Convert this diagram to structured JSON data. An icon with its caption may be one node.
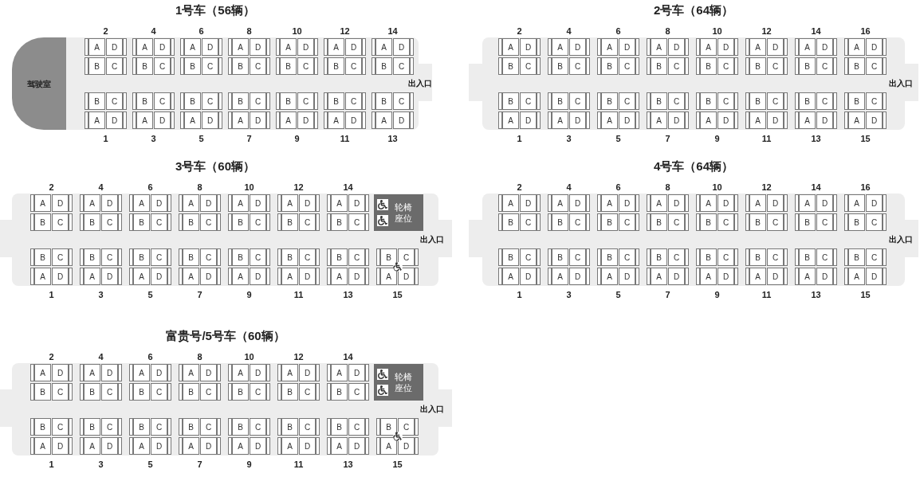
{
  "diagram": {
    "nodes": [
      {
        "text": [
          "1号车（56辆）"
        ]
      },
      {
        "text": [
          "驾驶室"
        ],
        "in": 0
      },
      {
        "text": [
          "A"
        ],
        "in": 0
      },
      {
        "text": [
          "D"
        ],
        "in": 0
      },
      {
        "text": [
          "A"
        ],
        "in": 0
      },
      {
        "text": [
          "D"
        ],
        "in": 0
      },
      {
        "text": [
          "A"
        ],
        "in": 0
      },
      {
        "text": [
          "D"
        ],
        "in": 0
      },
      {
        "text": [
          "A"
        ],
        "in": 0
      },
      {
        "text": [
          "D"
        ],
        "in": 0
      },
      {
        "text": [
          "A"
        ],
        "in": 0
      },
      {
        "text": [
          "D"
        ],
        "in": 0
      },
      {
        "text": [
          "A"
        ],
        "in": 0
      },
      {
        "text": [
          "D"
        ],
        "in": 0
      },
      {
        "text": [
          "A"
        ],
        "in": 0
      },
      {
        "text": [
          "D"
        ],
        "in": 0
      },
      {
        "text": [
          "B"
        ],
        "in": 0
      },
      {
        "text": [
          "C"
        ],
        "in": 0
      },
      {
        "text": [
          "B"
        ],
        "in": 0
      },
      {
        "text": [
          "C"
        ],
        "in": 0
      },
      {
        "text": [
          "B"
        ],
        "in": 0
      },
      {
        "text": [
          "C"
        ],
        "in": 0
      },
      {
        "text": [
          "B"
        ],
        "in": 0
      },
      {
        "text": [
          "C"
        ],
        "in": 0
      },
      {
        "text": [
          "B"
        ],
        "in": 0
      },
      {
        "text": [
          "C"
        ],
        "in": 0
      },
      {
        "text": [
          "B"
        ],
        "in": 0
      },
      {
        "text": [
          "C"
        ],
        "in": 0
      },
      {
        "text": [
          "B"
        ],
        "in": 0
      },
      {
        "text": [
          "C"
        ],
        "in": 0
      },
      {
        "text": [
          "B"
        ],
        "in": 0
      },
      {
        "text": [
          "C"
        ],
        "in": 0
      },
      {
        "text": [
          "B"
        ],
        "in": 0
      },
      {
        "text": [
          "C"
        ],
        "in": 0
      },
      {
        "text": [
          "B"
        ],
        "in": 0
      },
      {
        "text": [
          "C"
        ],
        "in": 0
      },
      {
        "text": [
          "B"
        ],
        "in": 0
      },
      {
        "text": [
          "C"
        ],
        "in": 0
      },
      {
        "text": [
          "B"
        ],
        "in": 0
      },
      {
        "text": [
          "C"
        ],
        "in": 0
      },
      {
        "text": [
          "B"
        ],
        "in": 0
      },
      {
        "text": [
          "C"
        ],
        "in": 0
      },
      {
        "text": [
          "B"
        ],
        "in": 0
      },
      {
        "text": [
          "C"
        ],
        "in": 0
      },
      {
        "text": [
          "A"
        ],
        "in": 0
      },
      {
        "text": [
          "D"
        ],
        "in": 0
      },
      {
        "text": [
          "A"
        ],
        "in": 0
      },
      {
        "text": [
          "D"
        ],
        "in": 0
      },
      {
        "text": [
          "A"
        ],
        "in": 0
      },
      {
        "text": [
          "D"
        ],
        "in": 0
      },
      {
        "text": [
          "A"
        ],
        "in": 0
      },
      {
        "text": [
          "D"
        ],
        "in": 0
      },
      {
        "text": [
          "A"
        ],
        "in": 0
      },
      {
        "text": [
          "D"
        ],
        "in": 0
      },
      {
        "text": [
          "A"
        ],
        "in": 0
      },
      {
        "text": [
          "D"
        ],
        "in": 0
      },
      {
        "text": [
          "A"
        ],
        "in": 0
      },
      {
        "text": [
          "D"
        ],
        "in": 0
      },
      {
        "text": [
          "2号车（64辆）"
        ]
      },
      {
        "text": [
          "A"
        ],
        "in": 58
      },
      {
        "text": [
          "D"
        ],
        "in": 58
      },
      {
        "text": [
          "A"
        ],
        "in": 58
      },
      {
        "text": [
          "D"
        ],
        "in": 58
      },
      {
        "text": [
          "A"
        ],
        "in": 58
      },
      {
        "text": [
          "D"
        ],
        "in": 58
      },
      {
        "text": [
          "A"
        ],
        "in": 58
      },
      {
        "text": [
          "D"
        ],
        "in": 58
      },
      {
        "text": [
          "A"
        ],
        "in": 58
      },
      {
        "text": [
          "D"
        ],
        "in": 58
      },
      {
        "text": [
          "A"
        ],
        "in": 58
      },
      {
        "text": [
          "D"
        ],
        "in": 58
      },
      {
        "text": [
          "A"
        ],
        "in": 58
      },
      {
        "text": [
          "D"
        ],
        "in": 58
      },
      {
        "text": [
          "A"
        ],
        "in": 58
      },
      {
        "text": [
          "D"
        ],
        "in": 58
      },
      {
        "text": [
          "B"
        ],
        "in": 58
      },
      {
        "text": [
          "C"
        ],
        "in": 58
      },
      {
        "text": [
          "B"
        ],
        "in": 58
      },
      {
        "text": [
          "C"
        ],
        "in": 58
      },
      {
        "text": [
          "B"
        ],
        "in": 58
      },
      {
        "text": [
          "C"
        ],
        "in": 58
      },
      {
        "text": [
          "B"
        ],
        "in": 58
      },
      {
        "text": [
          "C"
        ],
        "in": 58
      },
      {
        "text": [
          "B"
        ],
        "in": 58
      },
      {
        "text": [
          "C"
        ],
        "in": 58
      },
      {
        "text": [
          "B"
        ],
        "in": 58
      },
      {
        "text": [
          "C"
        ],
        "in": 58
      },
      {
        "text": [
          "B"
        ],
        "in": 58
      },
      {
        "text": [
          "C"
        ],
        "in": 58
      },
      {
        "text": [
          "B"
        ],
        "in": 58
      },
      {
        "text": [
          "C"
        ],
        "in": 58
      },
      {
        "text": [
          "B"
        ],
        "in": 58
      },
      {
        "text": [
          "C"
        ],
        "in": 58
      },
      {
        "text": [
          "B"
        ],
        "in": 58
      },
      {
        "text": [
          "C"
        ],
        "in": 58
      },
      {
        "text": [
          "B"
        ],
        "in": 58
      },
      {
        "text": [
          "C"
        ],
        "in": 58
      },
      {
        "text": [
          "B"
        ],
        "in": 58
      },
      {
        "text": [
          "C"
        ],
        "in": 58
      },
      {
        "text": [
          "B"
        ],
        "in": 58
      },
      {
        "text": [
          "C"
        ],
        "in": 58
      },
      {
        "text": [
          "B"
        ],
        "in": 58
      },
      {
        "text": [
          "C"
        ],
        "in": 58
      },
      {
        "text": [
          "B"
        ],
        "in": 58
      },
      {
        "text": [
          "C"
        ],
        "in": 58
      },
      {
        "text": [
          "B"
        ],
        "in": 58
      },
      {
        "text": [
          "C"
        ],
        "in": 58
      },
      {
        "text": [
          "A"
        ],
        "in": 58
      },
      {
        "text": [
          "D"
        ],
        "in": 58
      },
      {
        "text": [
          "A"
        ],
        "in": 58
      },
      {
        "text": [
          "D"
        ],
        "in": 58
      },
      {
        "text": [
          "A"
        ],
        "in": 58
      },
      {
        "text": [
          "D"
        ],
        "in": 58
      },
      {
        "text": [
          "A"
        ],
        "in": 58
      },
      {
        "text": [
          "D"
        ],
        "in": 58
      },
      {
        "text": [
          "A"
        ],
        "in": 58
      },
      {
        "text": [
          "D"
        ],
        "in": 58
      },
      {
        "text": [
          "A"
        ],
        "in": 58
      },
      {
        "text": [
          "D"
        ],
        "in": 58
      },
      {
        "text": [
          "A"
        ],
        "in": 58
      },
      {
        "text": [
          "D"
        ],
        "in": 58
      },
      {
        "text": [
          "A"
        ],
        "in": 58
      },
      {
        "text": [
          "D"
        ],
        "in": 58
      },
      {
        "text": [
          "3号车（60辆）"
        ]
      },
      {
        "text": [
          "A"
        ],
        "in": 123
      },
      {
        "text": [
          "D"
        ],
        "in": 123
      },
      {
        "text": [
          "A"
        ],
        "in": 123
      },
      {
        "text": [
          "D"
        ],
        "in": 123
      },
      {
        "text": [
          "A"
        ],
        "in": 123
      },
      {
        "text": [
          "D"
        ],
        "in": 123
      },
      {
        "text": [
          "A"
        ],
        "in": 123
      },
      {
        "text": [
          "D"
        ],
        "in": 123
      },
      {
        "text": [
          "A"
        ],
        "in": 123
      },
      {
        "text": [
          "D"
        ],
        "in": 123
      },
      {
        "text": [
          "A"
        ],
        "in": 123
      },
      {
        "text": [
          "D"
        ],
        "in": 123
      },
      {
        "text": [
          "A"
        ],
        "in": 123
      },
      {
        "text": [
          "D"
        ],
        "in": 123
      },
      {
        "text": [
          "B"
        ],
        "in": 123
      },
      {
        "text": [
          "C"
        ],
        "in": 123
      },
      {
        "text": [
          "B"
        ],
        "in": 123
      },
      {
        "text": [
          "C"
        ],
        "in": 123
      },
      {
        "text": [
          "B"
        ],
        "in": 123
      },
      {
        "text": [
          "C"
        ],
        "in": 123
      },
      {
        "text": [
          "B"
        ],
        "in": 123
      },
      {
        "text": [
          "C"
        ],
        "in": 123
      },
      {
        "text": [
          "B"
        ],
        "in": 123
      },
      {
        "text": [
          "C"
        ],
        "in": 123
      },
      {
        "text": [
          "B"
        ],
        "in": 123
      },
      {
        "text": [
          "C"
        ],
        "in": 123
      },
      {
        "text": [
          "B"
        ],
        "in": 123
      },
      {
        "text": [
          "C"
        ],
        "in": 123
      },
      {
        "text": [
          "轮椅座位"
        ],
        "in": 123
      },
      {
        "text": [
          "B"
        ],
        "in": 123
      },
      {
        "text": [
          "C"
        ],
        "in": 123
      },
      {
        "text": [
          "B"
        ],
        "in": 123
      },
      {
        "text": [
          "C"
        ],
        "in": 123
      },
      {
        "text": [
          "B"
        ],
        "in": 123
      },
      {
        "text": [
          "C"
        ],
        "in": 123
      },
      {
        "text": [
          "B"
        ],
        "in": 123
      },
      {
        "text": [
          "C"
        ],
        "in": 123
      },
      {
        "text": [
          "B"
        ],
        "in": 123
      },
      {
        "text": [
          "C"
        ],
        "in": 123
      },
      {
        "text": [
          "B"
        ],
        "in": 123
      },
      {
        "text": [
          "C"
        ],
        "in": 123
      },
      {
        "text": [
          "B"
        ],
        "in": 123
      },
      {
        "text": [
          "C"
        ],
        "in": 123
      },
      {
        "text": [
          "B"
        ],
        "in": 123
      },
      {
        "text": [
          "C"
        ],
        "in": 123
      },
      {
        "text": [
          "A"
        ],
        "in": 123
      },
      {
        "text": [
          "D"
        ],
        "in": 123
      },
      {
        "text": [
          "A"
        ],
        "in": 123
      },
      {
        "text": [
          "D"
        ],
        "in": 123
      },
      {
        "text": [
          "A"
        ],
        "in": 123
      },
      {
        "text": [
          "D"
        ],
        "in": 123
      },
      {
        "text": [
          "A"
        ],
        "in": 123
      },
      {
        "text": [
          "D"
        ],
        "in": 123
      },
      {
        "text": [
          "A"
        ],
        "in": 123
      },
      {
        "text": [
          "D"
        ],
        "in": 123
      },
      {
        "text": [
          "A"
        ],
        "in": 123
      },
      {
        "text": [
          "D"
        ],
        "in": 123
      },
      {
        "text": [
          "A"
        ],
        "in": 123
      },
      {
        "text": [
          "D"
        ],
        "in": 123
      },
      {
        "text": [
          "A"
        ],
        "in": 123
      },
      {
        "text": [
          "D"
        ],
        "in": 123
      },
      {
        "text": [
          "4号车（64辆）"
        ]
      },
      {
        "text": [
          "A"
        ],
        "in": 185
      },
      {
        "text": [
          "D"
        ],
        "in": 185
      },
      {
        "text": [
          "A"
        ],
        "in": 185
      },
      {
        "text": [
          "D"
        ],
        "in": 185
      },
      {
        "text": [
          "A"
        ],
        "in": 185
      },
      {
        "text": [
          "D"
        ],
        "in": 185
      },
      {
        "text": [
          "A"
        ],
        "in": 185
      },
      {
        "text": [
          "D"
        ],
        "in": 185
      },
      {
        "text": [
          "A"
        ],
        "in": 185
      },
      {
        "text": [
          "D"
        ],
        "in": 185
      },
      {
        "text": [
          "A"
        ],
        "in": 185
      },
      {
        "text": [
          "D"
        ],
        "in": 185
      },
      {
        "text": [
          "A"
        ],
        "in": 185
      },
      {
        "text": [
          "D"
        ],
        "in": 185
      },
      {
        "text": [
          "A"
        ],
        "in": 185
      },
      {
        "text": [
          "D"
        ],
        "in": 185
      },
      {
        "text": [
          "B"
        ],
        "in": 185
      },
      {
        "text": [
          "C"
        ],
        "in": 185
      },
      {
        "text": [
          "B"
        ],
        "in": 185
      },
      {
        "text": [
          "C"
        ],
        "in": 185
      },
      {
        "text": [
          "B"
        ],
        "in": 185
      },
      {
        "text": [
          "C"
        ],
        "in": 185
      },
      {
        "text": [
          "B"
        ],
        "in": 185
      },
      {
        "text": [
          "C"
        ],
        "in": 185
      },
      {
        "text": [
          "B"
        ],
        "in": 185
      },
      {
        "text": [
          "C"
        ],
        "in": 185
      },
      {
        "text": [
          "B"
        ],
        "in": 185
      },
      {
        "text": [
          "C"
        ],
        "in": 185
      },
      {
        "text": [
          "B"
        ],
        "in": 185
      },
      {
        "text": [
          "C"
        ],
        "in": 185
      },
      {
        "text": [
          "B"
        ],
        "in": 185
      },
      {
        "text": [
          "C"
        ],
        "in": 185
      },
      {
        "text": [
          "B"
        ],
        "in": 185
      },
      {
        "text": [
          "C"
        ],
        "in": 185
      },
      {
        "text": [
          "B"
        ],
        "in": 185
      },
      {
        "text": [
          "C"
        ],
        "in": 185
      },
      {
        "text": [
          "B"
        ],
        "in": 185
      },
      {
        "text": [
          "C"
        ],
        "in": 185
      },
      {
        "text": [
          "B"
        ],
        "in": 185
      },
      {
        "text": [
          "C"
        ],
        "in": 185
      },
      {
        "text": [
          "B"
        ],
        "in": 185
      },
      {
        "text": [
          "C"
        ],
        "in": 185
      },
      {
        "text": [
          "B"
        ],
        "in": 185
      },
      {
        "text": [
          "C"
        ],
        "in": 185
      },
      {
        "text": [
          "B"
        ],
        "in": 185
      },
      {
        "text": [
          "C"
        ],
        "in": 185
      },
      {
        "text": [
          "B"
        ],
        "in": 185
      },
      {
        "text": [
          "C"
        ],
        "in": 185
      },
      {
        "text": [
          "A"
        ],
        "in": 185
      },
      {
        "text": [
          "D"
        ],
        "in": 185
      },
      {
        "text": [
          "A"
        ],
        "in": 185
      },
      {
        "text": [
          "D"
        ],
        "in": 185
      },
      {
        "text": [
          "A"
        ],
        "in": 185
      },
      {
        "text": [
          "D"
        ],
        "in": 185
      },
      {
        "text": [
          "A"
        ],
        "in": 185
      },
      {
        "text": [
          "D"
        ],
        "in": 185
      },
      {
        "text": [
          "A"
        ],
        "in": 185
      },
      {
        "text": [
          "D"
        ],
        "in": 185
      },
      {
        "text": [
          "A"
        ],
        "in": 185
      },
      {
        "text": [
          "D"
        ],
        "in": 185
      },
      {
        "text": [
          "A"
        ],
        "in": 185
      },
      {
        "text": [
          "D"
        ],
        "in": 185
      },
      {
        "text": [
          "A"
        ],
        "in": 185
      },
      {
        "text": [
          "D"
        ],
        "in": 185
      },
      {
        "text": [
          "富贵号/5号车（60辆）"
        ]
      },
      {
        "text": [
          "A"
        ],
        "in": 250
      },
      {
        "text": [
          "D"
        ],
        "in": 250
      },
      {
        "text": [
          "A"
        ],
        "in": 250
      },
      {
        "text": [
          "D"
        ],
        "in": 250
      },
      {
        "text": [
          "A"
        ],
        "in": 250
      },
      {
        "text": [
          "D"
        ],
        "in": 250
      },
      {
        "text": [
          "A"
        ],
        "in": 250
      },
      {
        "text": [
          "D"
        ],
        "in": 250
      },
      {
        "text": [
          "A"
        ],
        "in": 250
      },
      {
        "text": [
          "D"
        ],
        "in": 250
      },
      {
        "text": [
          "A"
        ],
        "in": 250
      },
      {
        "text": [
          "D"
        ],
        "in": 250
      },
      {
        "text": [
          "A"
        ],
        "in": 250
      },
      {
        "text": [
          "D"
        ],
        "in": 250
      },
      {
        "text": [
          "B"
        ],
        "in": 250
      },
      {
        "text": [
          "C"
        ],
        "in": 250
      },
      {
        "text": [
          "B"
        ],
        "in": 250
      },
      {
        "text": [
          "C"
        ],
        "in": 250
      },
      {
        "text": [
          "B"
        ],
        "in": 250
      },
      {
        "text": [
          "C"
        ],
        "in": 250
      },
      {
        "text": [
          "B"
        ],
        "in": 250
      },
      {
        "text": [
          "C"
        ],
        "in": 250
      },
      {
        "text": [
          "B"
        ],
        "in": 250
      },
      {
        "text": [
          "C"
        ],
        "in": 250
      },
      {
        "text": [
          "B"
        ],
        "in": 250
      },
      {
        "text": [
          "C"
        ],
        "in": 250
      },
      {
        "text": [
          "B"
        ],
        "in": 250
      },
      {
        "text": [
          "C"
        ],
        "in": 250
      },
      {
        "text": [
          "轮椅座位"
        ],
        "in": 250
      },
      {
        "text": [
          "B"
        ],
        "in": 250
      },
      {
        "text": [
          "C"
        ],
        "in": 250
      },
      {
        "text": [
          "B"
        ],
        "in": 250
      },
      {
        "text": [
          "C"
        ],
        "in": 250
      },
      {
        "text": [
          "B"
        ],
        "in": 250
      },
      {
        "text": [
          "C"
        ],
        "in": 250
      },
      {
        "text": [
          "B"
        ],
        "in": 250
      },
      {
        "text": [
          "C"
        ],
        "in": 250
      },
      {
        "text": [
          "B"
        ],
        "in": 250
      },
      {
        "text": [
          "C"
        ],
        "in": 250
      },
      {
        "text": [
          "B"
        ],
        "in": 250
      },
      {
        "text": [
          "C"
        ],
        "in": 250
      },
      {
        "text": [
          "B"
        ],
        "in": 250
      },
      {
        "text": [
          "C"
        ],
        "in": 250
      },
      {
        "text": [
          "B"
        ],
        "in": 250
      },
      {
        "text": [
          "C"
        ],
        "in": 250
      },
      {
        "text": [
          "A"
        ],
        "in": 250
      },
      {
        "text": [
          "D"
        ],
        "in": 250
      },
      {
        "text": [
          "A"
        ],
        "in": 250
      },
      {
        "text": [
          "D"
        ],
        "in": 250
      },
      {
        "text": [
          "A"
        ],
        "in": 250
      },
      {
        "text": [
          "D"
        ],
        "in": 250
      },
      {
        "text": [
          "A"
        ],
        "in": 250
      },
      {
        "text": [
          "D"
        ],
        "in": 250
      },
      {
        "text": [
          "A"
        ],
        "in": 250
      },
      {
        "text": [
          "D"
        ],
        "in": 250
      },
      {
        "text": [
          "A"
        ],
        "in": 250
      },
      {
        "text": [
          "D"
        ],
        "in": 250
      },
      {
        "text": [
          "A"
        ],
        "in": 250
      },
      {
        "text": [
          "D"
        ],
        "in": 250
      },
      {
        "text": [
          "A"
        ],
        "in": 250
      },
      {
        "text": [
          "D"
        ],
        "in": 250
      }
    ],
    "labels": [
      "2",
      "4",
      "6",
      "8",
      "10",
      "12",
      "14",
      "出入口",
      "1",
      "3",
      "5",
      "7",
      "9",
      "11",
      "13",
      "2",
      "4",
      "6",
      "8",
      "10",
      "12",
      "14",
      "16",
      "出入口",
      "1",
      "3",
      "5",
      "7",
      "9",
      "11",
      "13",
      "15",
      "2",
      "4",
      "6",
      "8",
      "10",
      "12",
      "14",
      "出入口",
      "1",
      "3",
      "5",
      "7",
      "9",
      "11",
      "13",
      "15",
      "2",
      "4",
      "6",
      "8",
      "10",
      "12",
      "14",
      "16",
      "出入口",
      "1",
      "3",
      "5",
      "7",
      "9",
      "11",
      "13",
      "15",
      "2",
      "4",
      "6",
      "8",
      "10",
      "12",
      "14",
      "出入口",
      "1",
      "3",
      "5",
      "7",
      "9",
      "11",
      "13",
      "15"
    ]
  }
}
